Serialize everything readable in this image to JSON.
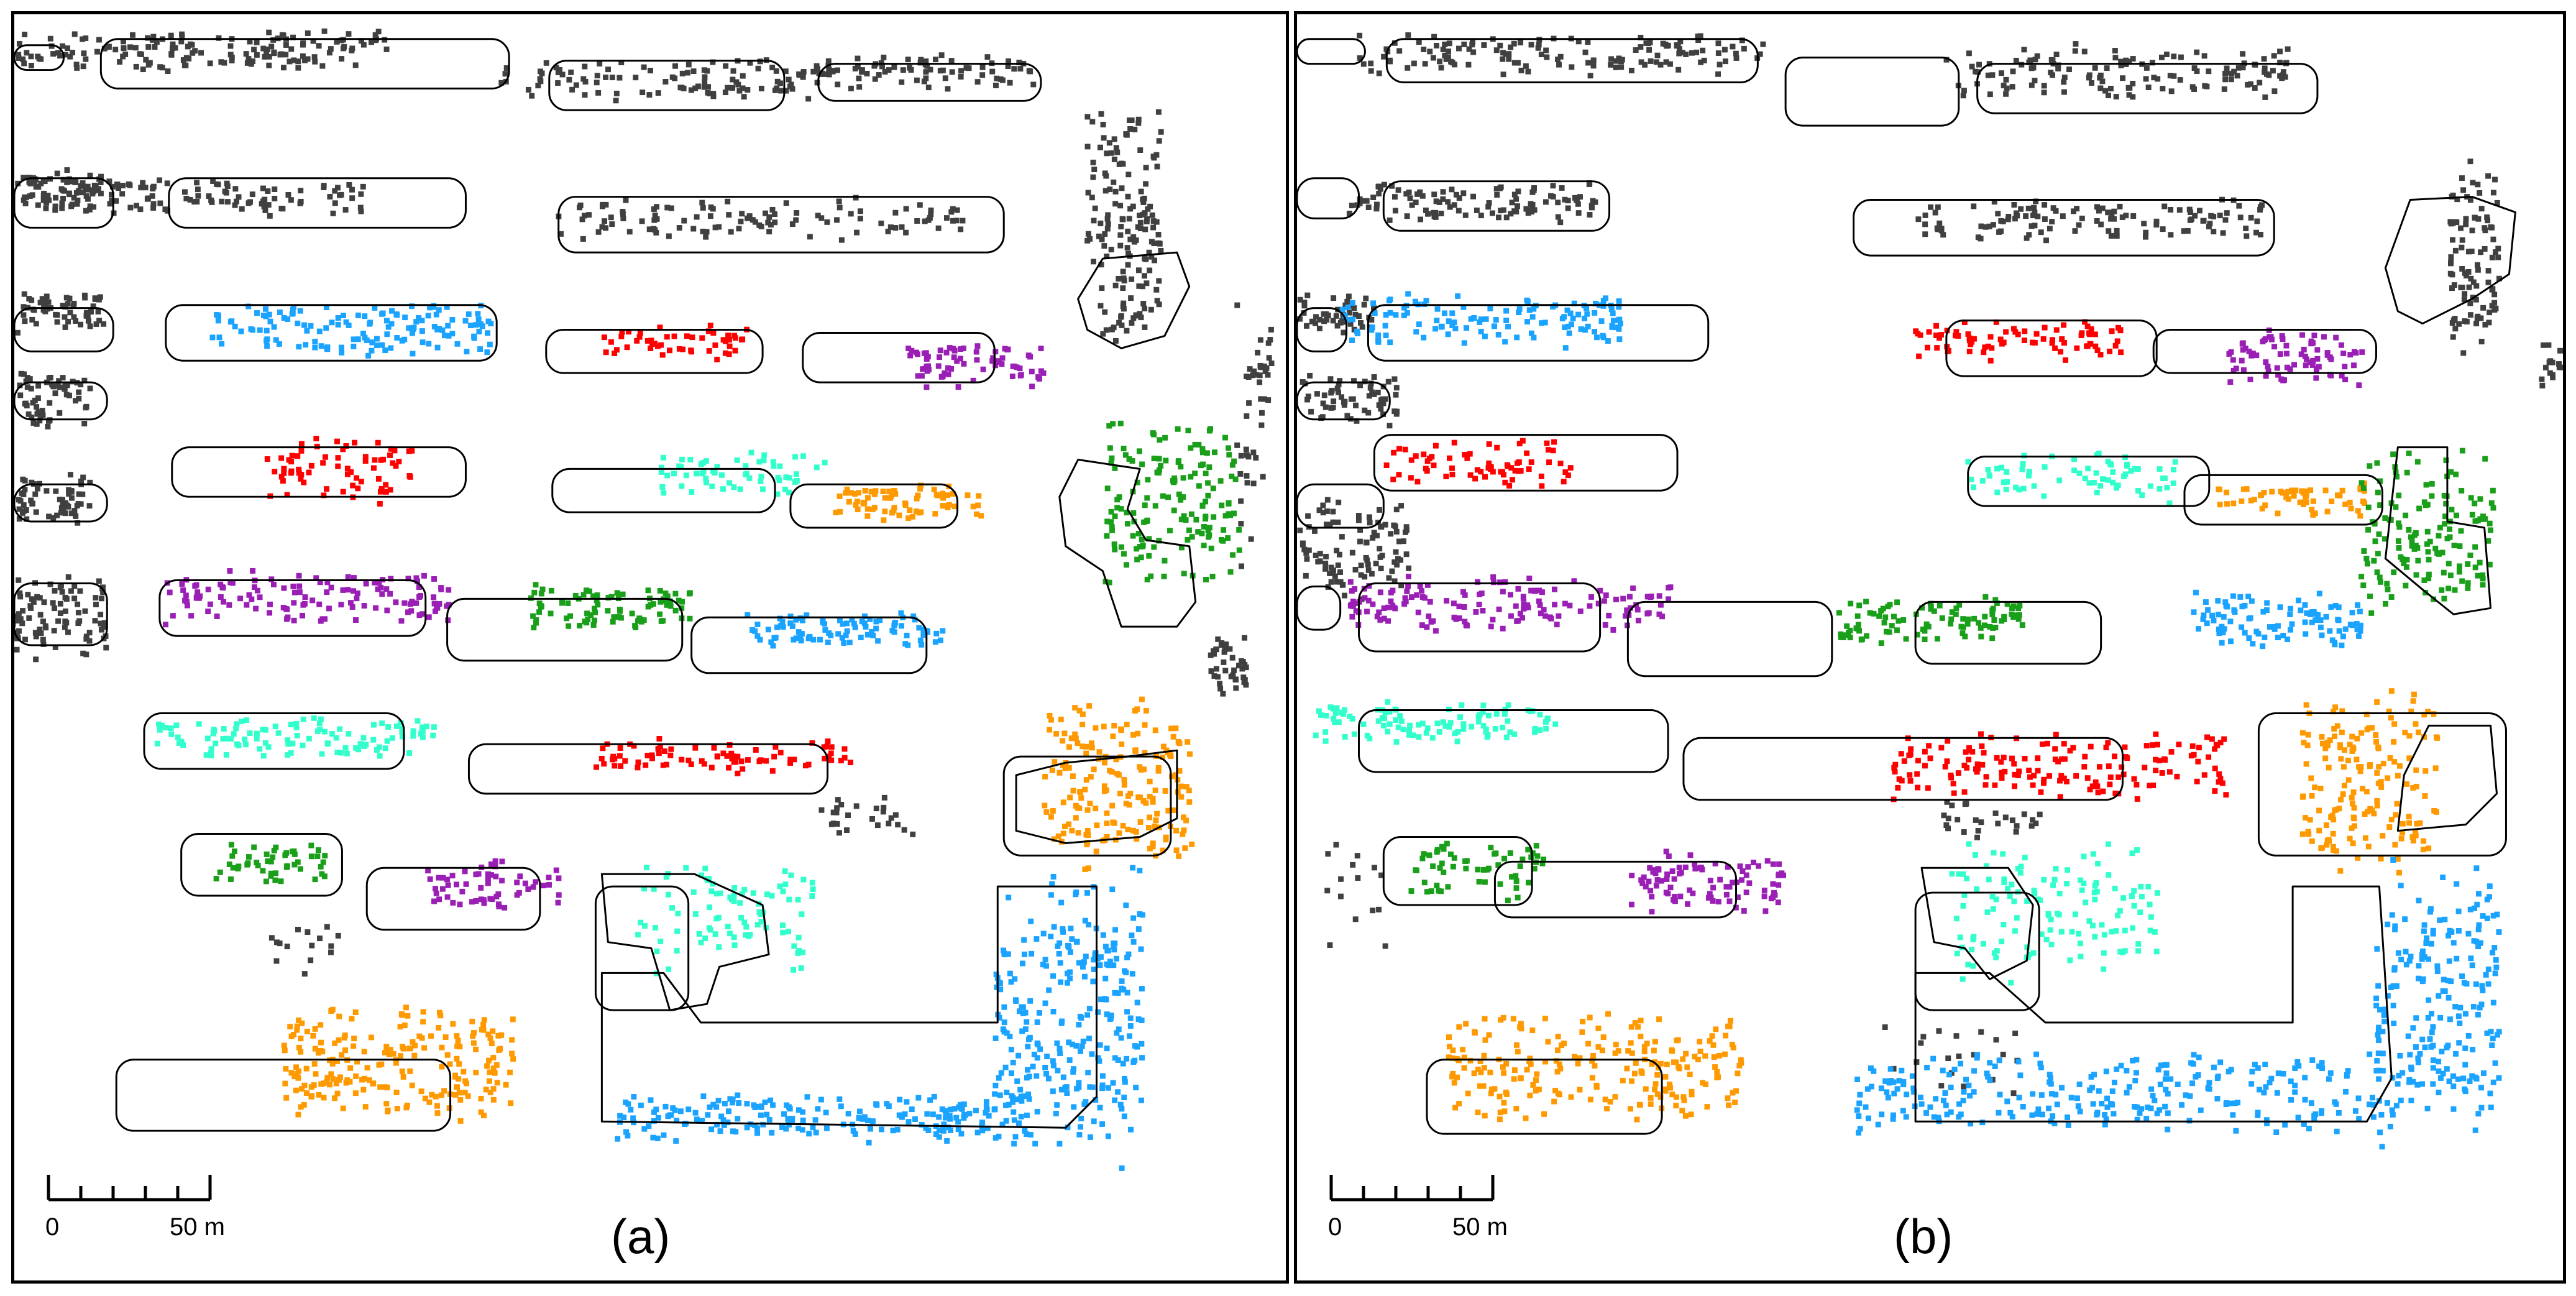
{
  "panels": [
    {
      "id": "a",
      "label": "(a)"
    },
    {
      "id": "b",
      "label": "(b)"
    }
  ],
  "scalebar": {
    "zero_label": "0",
    "end_label": "50 m"
  },
  "colors": {
    "outline": "#000000",
    "unassigned": "#404040",
    "blue": "#1aa3ff",
    "red": "#ff0000",
    "purple": "#9a1fb5",
    "cyan": "#33ffcc",
    "orange": "#ff9900",
    "green": "#1a9f1a"
  }
}
